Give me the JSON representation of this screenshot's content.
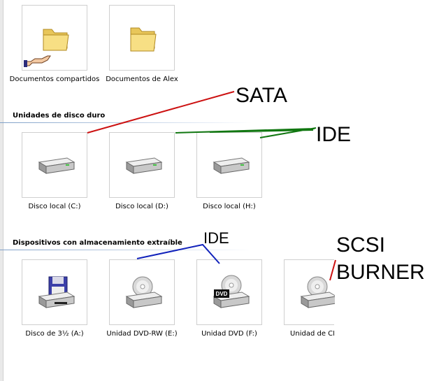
{
  "folders": [
    {
      "label": "Documentos compartidos",
      "icon": "shared-folder-icon"
    },
    {
      "label": "Documentos de Alex",
      "icon": "folder-icon"
    }
  ],
  "hard_drives": {
    "title": "Unidades de disco duro",
    "items": [
      {
        "label": "Disco local (C:)",
        "icon": "hard-drive-icon"
      },
      {
        "label": "Disco local  (D:)",
        "icon": "hard-drive-icon"
      },
      {
        "label": "Disco local (H:)",
        "icon": "hard-drive-icon"
      }
    ]
  },
  "removable": {
    "title": "Dispositivos con almacenamiento extraíble",
    "items": [
      {
        "label": "Disco de 3½ (A:)",
        "icon": "floppy-drive-icon"
      },
      {
        "label": "Unidad DVD-RW (E:)",
        "icon": "cd-drive-icon"
      },
      {
        "label": "Unidad DVD (F:)",
        "icon": "dvd-drive-icon",
        "badge": "DVD"
      },
      {
        "label": "Unidad de CD (",
        "icon": "cd-drive-icon"
      }
    ]
  },
  "annotations": {
    "sata": "SATA",
    "ide_top": "IDE",
    "ide_bottom": "IDE",
    "scsi_line1": "SCSI",
    "scsi_line2": "BURNER"
  },
  "colors": {
    "sata_line": "#cc1111",
    "ide_line": "#117711",
    "ide_bottom_line": "#1122bb",
    "scsi_line": "#cc1111"
  }
}
